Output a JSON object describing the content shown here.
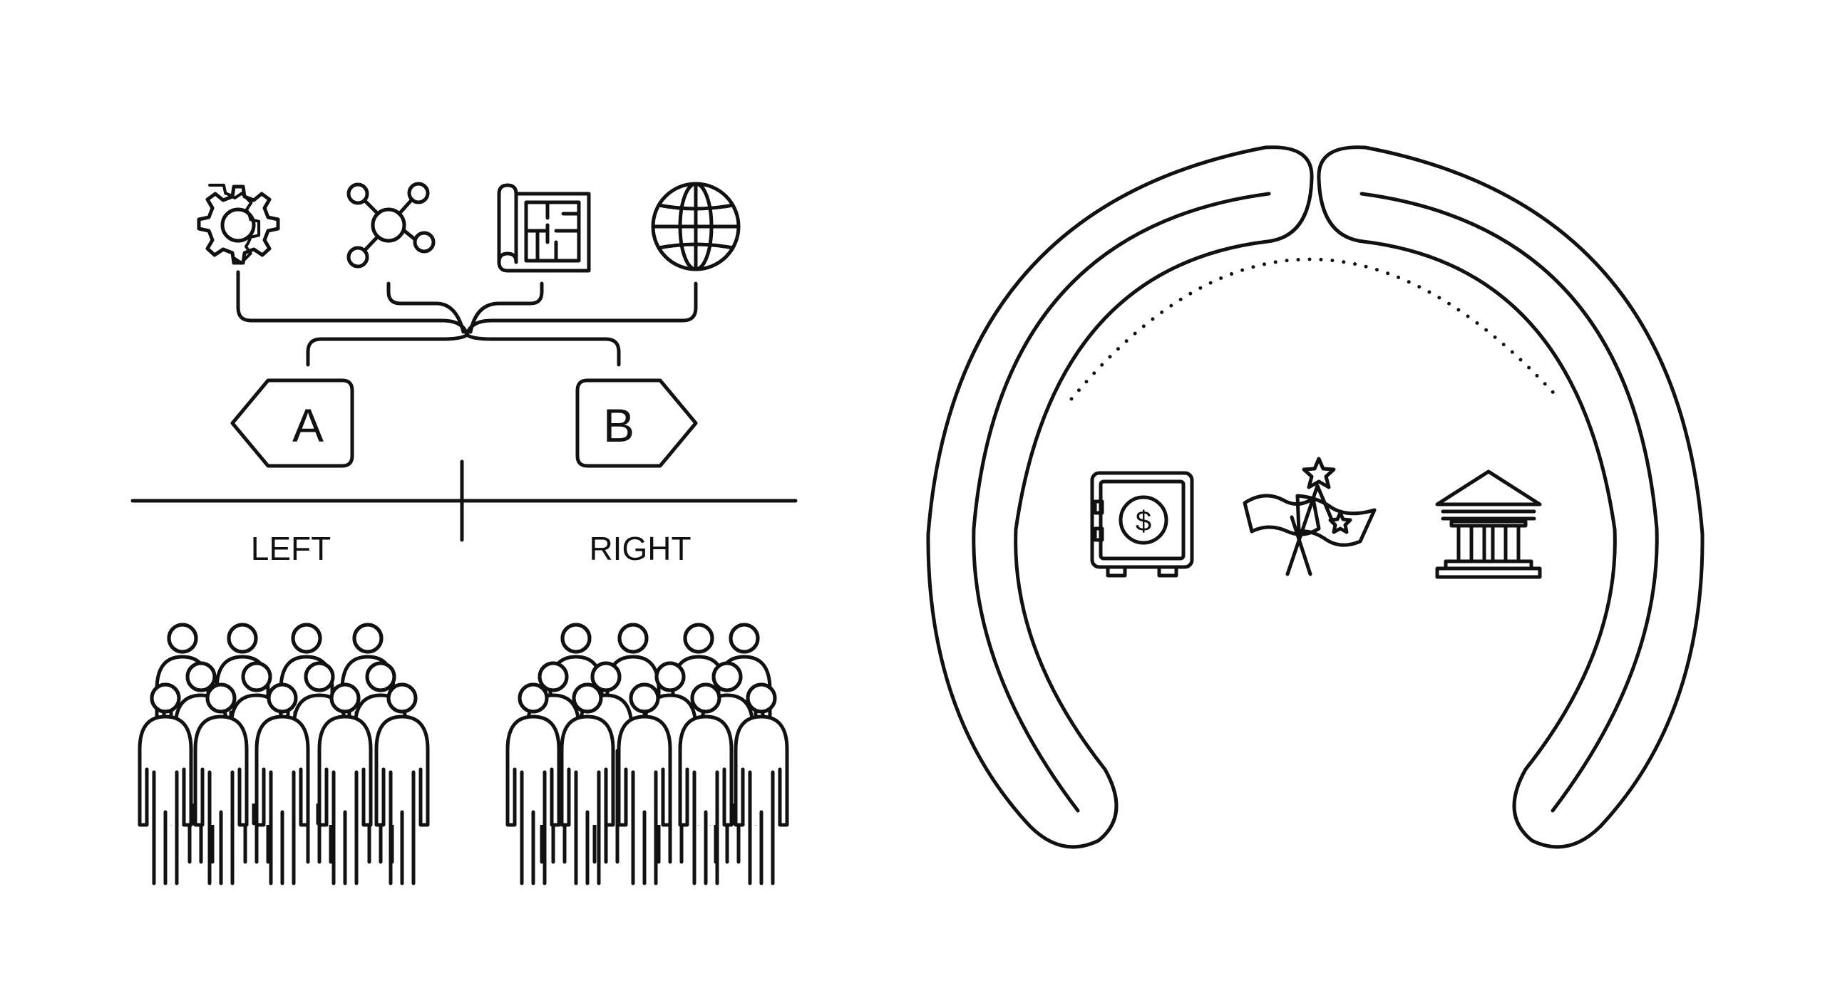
{
  "badges": {
    "a": "A",
    "b": "B"
  },
  "axis": {
    "left_label": "LEFT",
    "right_label": "RIGHT"
  },
  "top_icons": [
    "gear-icon",
    "network-icon",
    "blueprint-icon",
    "globe-icon"
  ],
  "right_icons": [
    "safe-icon",
    "crossed-flags-icon",
    "bank-icon"
  ],
  "colors": {
    "stroke": "#111111",
    "background": "#ffffff"
  }
}
